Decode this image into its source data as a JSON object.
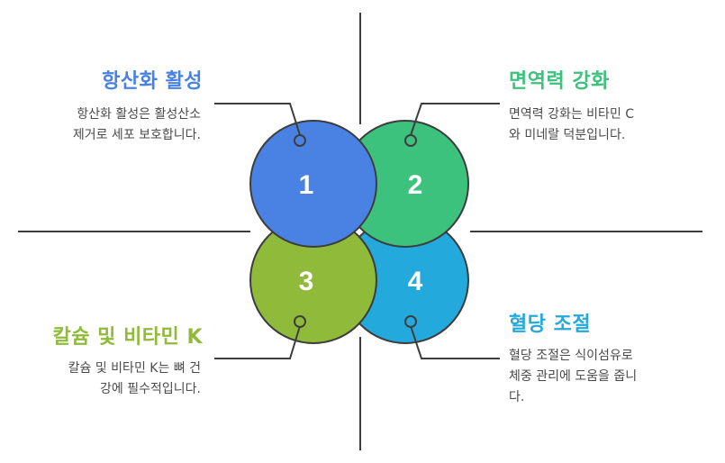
{
  "colors": {
    "q1": "#4a82e4",
    "q2": "#3cc27d",
    "q3": "#8fba3a",
    "q4": "#24a9dc",
    "line": "#3d3d3d"
  },
  "quadrants": [
    {
      "number": "1",
      "title": "항산화 활성",
      "desc_lines": [
        "항산화 활성은 활성산소",
        "제거로 세포 보호합니다."
      ]
    },
    {
      "number": "2",
      "title": "면역력 강화",
      "desc_lines": [
        "면역력 강화는 비타민 C",
        "와 미네랄 덕분입니다."
      ]
    },
    {
      "number": "3",
      "title": "칼슘 및 비타민 K",
      "desc_lines": [
        "칼슘 및 비타민 K는 뼈 건",
        "강에 필수적입니다."
      ]
    },
    {
      "number": "4",
      "title": "혈당 조절",
      "desc_lines": [
        "혈당 조절은 식이섬유로",
        "체중 관리에 도움을 줍니",
        "다."
      ]
    }
  ]
}
